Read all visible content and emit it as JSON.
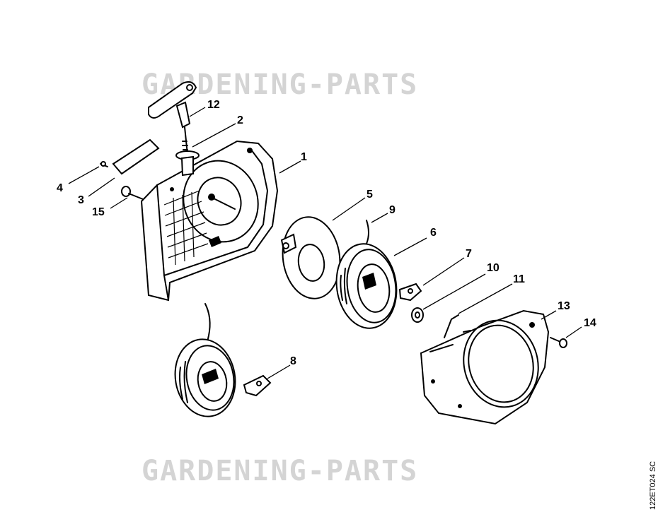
{
  "watermark": {
    "top": "GARDENING-PARTS",
    "bottom": "GARDENING-PARTS"
  },
  "reference_code": "122ET024 SC",
  "callouts": [
    {
      "id": "1",
      "label": "1"
    },
    {
      "id": "2",
      "label": "2"
    },
    {
      "id": "3",
      "label": "3"
    },
    {
      "id": "4",
      "label": "4"
    },
    {
      "id": "5",
      "label": "5"
    },
    {
      "id": "6",
      "label": "6"
    },
    {
      "id": "7",
      "label": "7"
    },
    {
      "id": "8",
      "label": "8"
    },
    {
      "id": "9",
      "label": "9"
    },
    {
      "id": "10",
      "label": "10"
    },
    {
      "id": "11",
      "label": "11"
    },
    {
      "id": "12",
      "label": "12"
    },
    {
      "id": "13",
      "label": "13"
    },
    {
      "id": "14",
      "label": "14"
    },
    {
      "id": "15",
      "label": "15"
    }
  ]
}
